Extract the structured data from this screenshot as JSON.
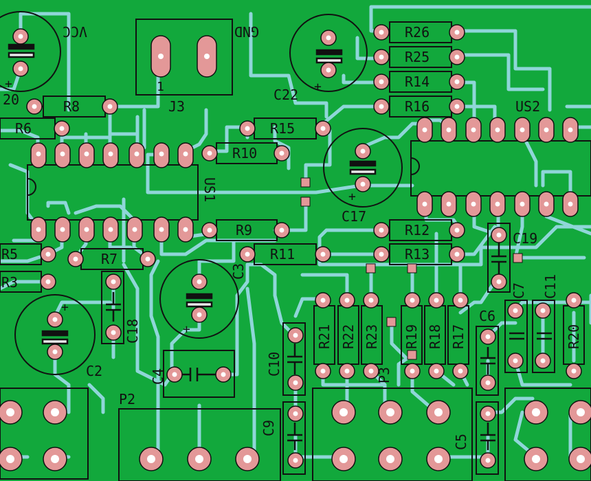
{
  "colors": {
    "board": "#12a83c",
    "trace": "#8fd6d8",
    "pad": "#e39898",
    "hole": "#ffffff",
    "silkscreen": "#111111"
  },
  "labels": {
    "vcc": "VCC",
    "gnd": "GND",
    "j3": "J3",
    "j3_pin": "1",
    "us1": "US1",
    "us2": "US2",
    "p2": "P2",
    "p3": "P3",
    "c2": "C2",
    "c3": "C3",
    "c4": "C4",
    "c5": "C5",
    "c6": "C6",
    "c7": "C7",
    "c9": "C9",
    "c10": "C10",
    "c11": "C11",
    "c17": "C17",
    "c18": "C18",
    "c19": "C19",
    "c20": "20",
    "c22": "C22",
    "r3": "R3",
    "r5": "R5",
    "r6": "R6",
    "r7": "R7",
    "r8": "R8",
    "r9": "R9",
    "r10": "R10",
    "r11": "R11",
    "r12": "R12",
    "r13": "R13",
    "r14": "R14",
    "r15": "R15",
    "r16": "R16",
    "r17": "R17",
    "r18": "R18",
    "r19": "R19",
    "r20": "R20",
    "r21": "R21",
    "r22": "R22",
    "r23": "R23",
    "r25": "R25",
    "r26": "R26",
    "plus": "+"
  }
}
